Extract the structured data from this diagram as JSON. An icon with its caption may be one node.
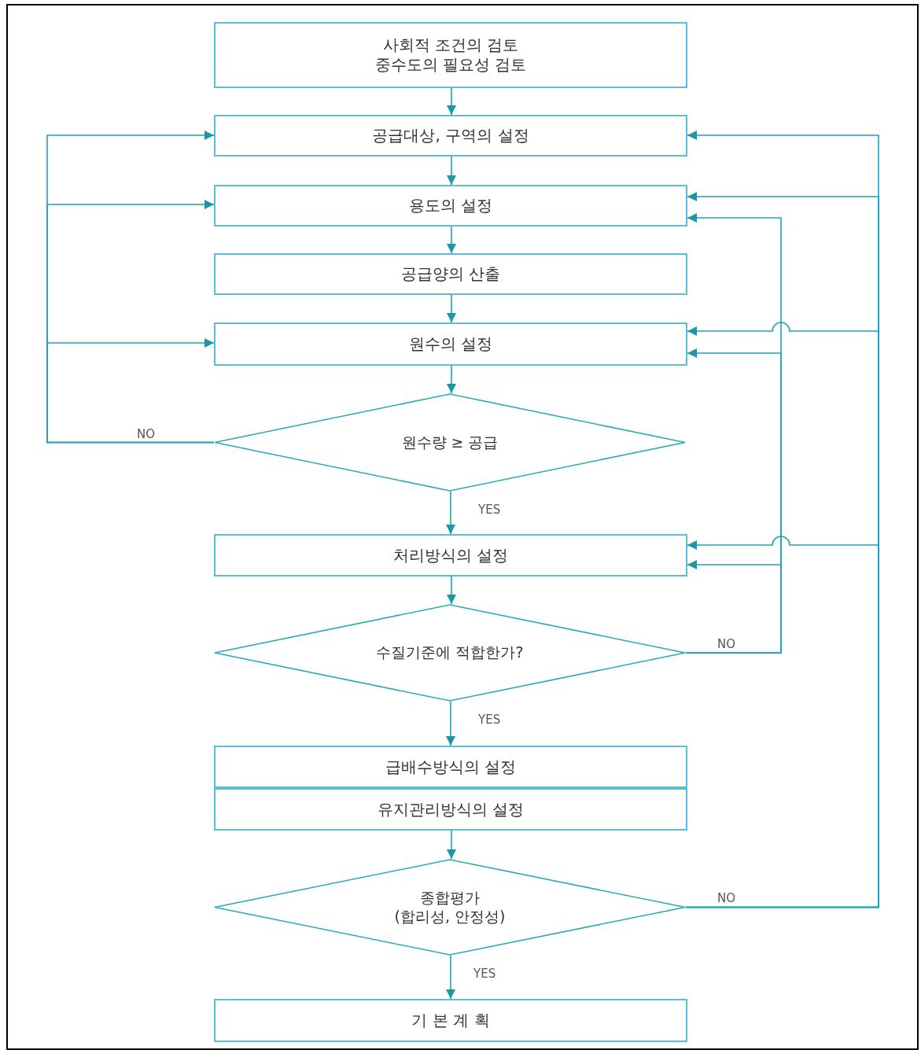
{
  "diagram": {
    "nodes": [
      {
        "text": [
          "사회적 조건의 검토",
          "중수도의 필요성 검토"
        ]
      },
      {
        "text": [
          "공급대상, 구역의 설정"
        ]
      },
      {
        "text": [
          "용도의 설정"
        ]
      },
      {
        "text": [
          "공급양의 산출"
        ]
      },
      {
        "text": [
          "원수의 설정"
        ]
      },
      {
        "text": [
          "원수량 ≥ 공급"
        ]
      },
      {
        "text": [
          "처리방식의 설정"
        ]
      },
      {
        "text": [
          "수질기준에 적합한가?"
        ]
      },
      {
        "text": [
          "급배수방식의 설정"
        ]
      },
      {
        "text": [
          "유지관리방식의 설정"
        ]
      },
      {
        "text": [
          "종합평가",
          "(합리성, 안정성)"
        ]
      },
      {
        "text": [
          "기 본 계 획"
        ]
      }
    ],
    "edges": [
      {
        "from": 0,
        "to": 1,
        "arrow": "to"
      },
      {
        "from": 1,
        "to": 2,
        "arrow": "to"
      },
      {
        "from": 2,
        "to": 3,
        "arrow": "to"
      },
      {
        "from": 3,
        "to": 4,
        "arrow": "to"
      },
      {
        "from": 4,
        "to": 5,
        "arrow": "to"
      },
      {
        "from": 5,
        "to": 6,
        "arrow": "to",
        "label": "YES"
      },
      {
        "from": 6,
        "to": 7,
        "arrow": "to"
      },
      {
        "from": 7,
        "to": 8,
        "arrow": "to",
        "label": "YES"
      },
      {
        "from": 9,
        "to": 10,
        "arrow": "to"
      },
      {
        "from": 10,
        "to": 11,
        "arrow": "to",
        "label": "YES"
      },
      {
        "from": 5,
        "to": 1,
        "arrow": "to",
        "label": "NO"
      },
      {
        "from": 5,
        "to": 2,
        "arrow": "to"
      },
      {
        "from": 5,
        "to": 4,
        "arrow": "to"
      },
      {
        "from": 7,
        "to": 2,
        "arrow": "to",
        "label": "NO"
      },
      {
        "from": 7,
        "to": 4,
        "arrow": "to"
      },
      {
        "from": 7,
        "to": 6,
        "arrow": "to"
      },
      {
        "from": 10,
        "to": 1,
        "arrow": "to",
        "label": "NO"
      },
      {
        "from": 10,
        "to": 2,
        "arrow": "to"
      },
      {
        "from": 10,
        "to": 4,
        "arrow": "to"
      },
      {
        "from": 10,
        "to": 6,
        "arrow": "to"
      }
    ]
  }
}
